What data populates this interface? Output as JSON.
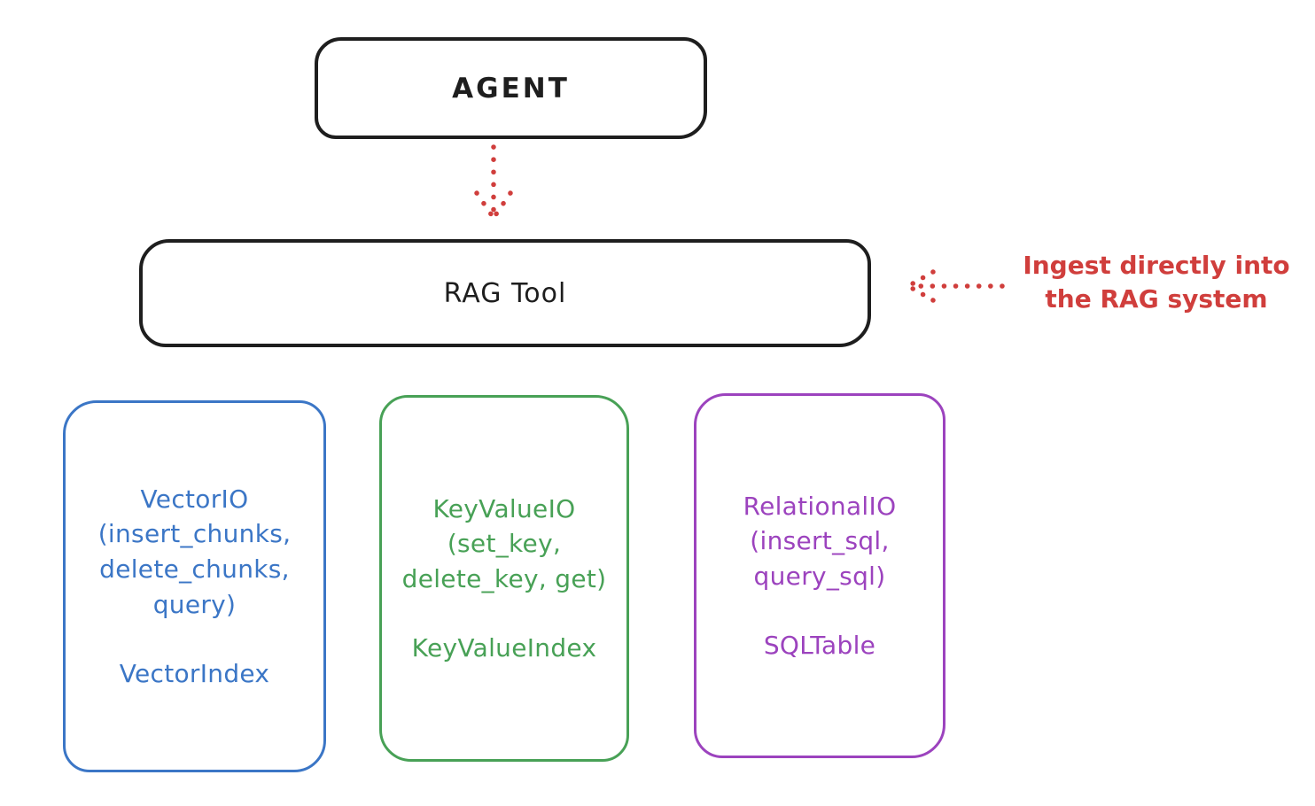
{
  "canvas": {
    "background": "#ffffff",
    "stroke_color": "#1e1e1e"
  },
  "agent": {
    "label": "AGENT"
  },
  "rag_tool": {
    "label": "RAG Tool"
  },
  "ingest_annotation": {
    "lines": [
      "Ingest directly into",
      "the RAG system"
    ],
    "color": "#d03e3c"
  },
  "arrows": {
    "agent_to_rag": {
      "color": "#d03e3c",
      "style": "dotted",
      "direction": "down"
    },
    "ingest_to_rag": {
      "color": "#d03e3c",
      "style": "dotted",
      "direction": "left"
    }
  },
  "backends": [
    {
      "name": "vector-io",
      "color": "#3b76c6",
      "api_lines": [
        "VectorIO",
        "(insert_chunks,",
        "delete_chunks,",
        "query)"
      ],
      "index_label": "VectorIndex"
    },
    {
      "name": "key-value-io",
      "color": "#48a156",
      "api_lines": [
        "KeyValueIO",
        "(set_key,",
        "delete_key, get)"
      ],
      "index_label": "KeyValueIndex"
    },
    {
      "name": "relational-io",
      "color": "#9c43be",
      "api_lines": [
        "RelationalIO",
        "(insert_sql,",
        "query_sql)"
      ],
      "index_label": "SQLTable"
    }
  ]
}
